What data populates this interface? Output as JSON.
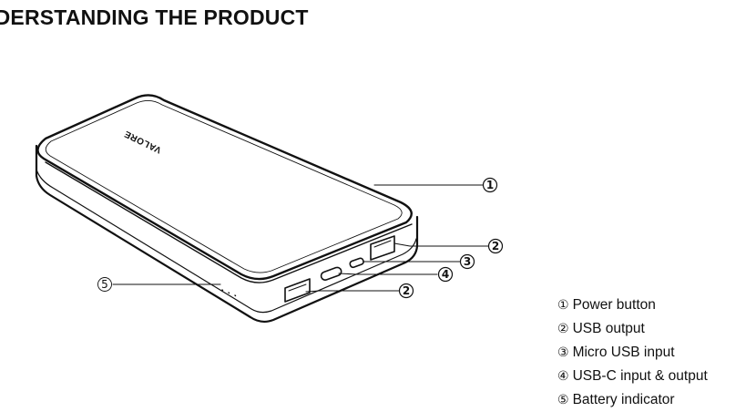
{
  "title": "IDERSTANDING THE PRODUCT",
  "brand_logo": "VALORE",
  "callouts": [
    "①",
    "②",
    "③",
    "④",
    "②",
    "⑤"
  ],
  "legend": [
    {
      "num": "①",
      "label": "Power button"
    },
    {
      "num": "②",
      "label": "USB output"
    },
    {
      "num": "③",
      "label": "Micro USB input"
    },
    {
      "num": "④",
      "label": "USB-C input & output"
    },
    {
      "num": "⑤",
      "label": "Battery indicator"
    }
  ],
  "colors": {
    "ink": "#111111",
    "background": "#ffffff"
  }
}
